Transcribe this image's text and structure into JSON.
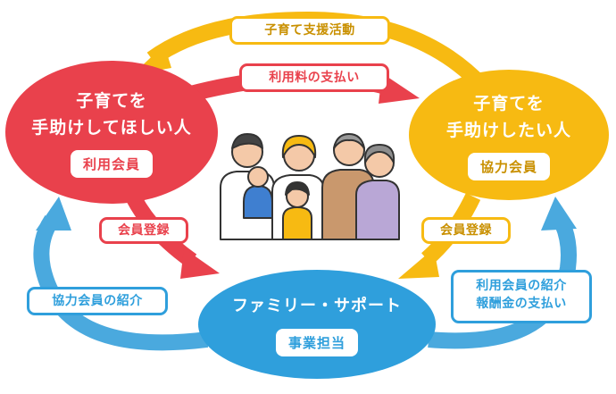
{
  "nodes": {
    "requester": {
      "title_line1": "子育てを",
      "title_line2": "手助けしてほしい人",
      "role": "利用会員",
      "color": "#e9414c"
    },
    "helper": {
      "title_line1": "子育てを",
      "title_line2": "手助けしたい人",
      "role": "協力会員",
      "color": "#f7ba12"
    },
    "center": {
      "title": "ファミリー・サポート",
      "role": "事業担当",
      "color": "#2f9fdc"
    }
  },
  "edges": {
    "support_activity": "子育て支援活動",
    "fee_payment": "利用料の支払い",
    "member_registration_left": "会員登録",
    "member_registration_right": "会員登録",
    "helper_introduction": "協力会員の紹介",
    "user_introduction_line1": "利用会員の紹介",
    "user_introduction_line2": "報酬金の支払い"
  },
  "illustration": {
    "icon": "family-group-icon"
  }
}
